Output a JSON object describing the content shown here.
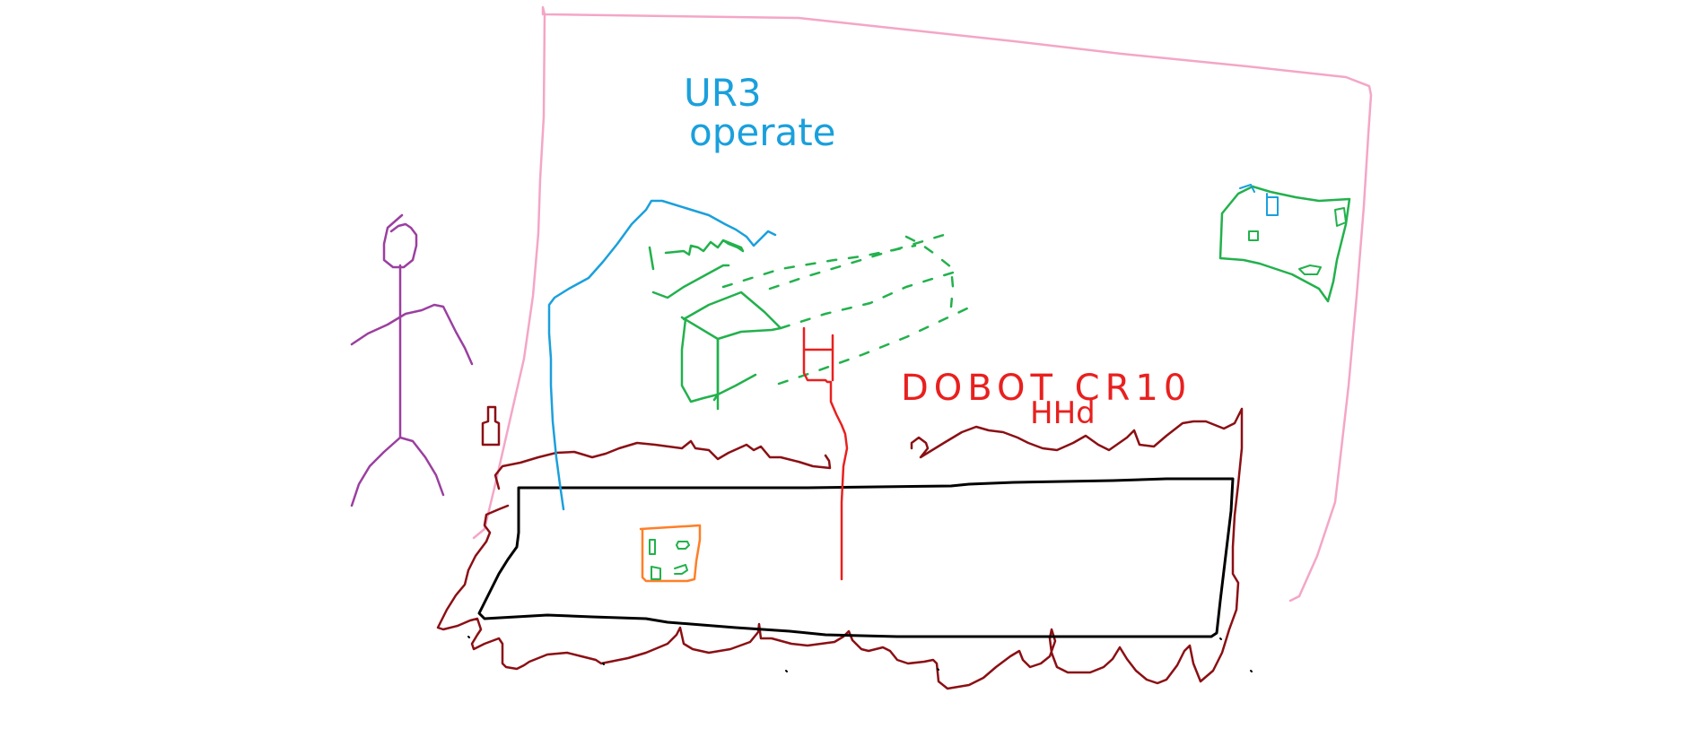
{
  "labels": {
    "ur3_line1": "UR3",
    "ur3_line2": "operate",
    "dobot_line1": "DOBOT CR10",
    "dobot_line2": "HHd"
  },
  "colors": {
    "pink": "#f4a6c6",
    "blue": "#1aa0dc",
    "green": "#22b14c",
    "red": "#e8201f",
    "maroon": "#8b0f14",
    "black": "#000000",
    "purple": "#9b3fa0",
    "orange": "#ff7f27"
  }
}
